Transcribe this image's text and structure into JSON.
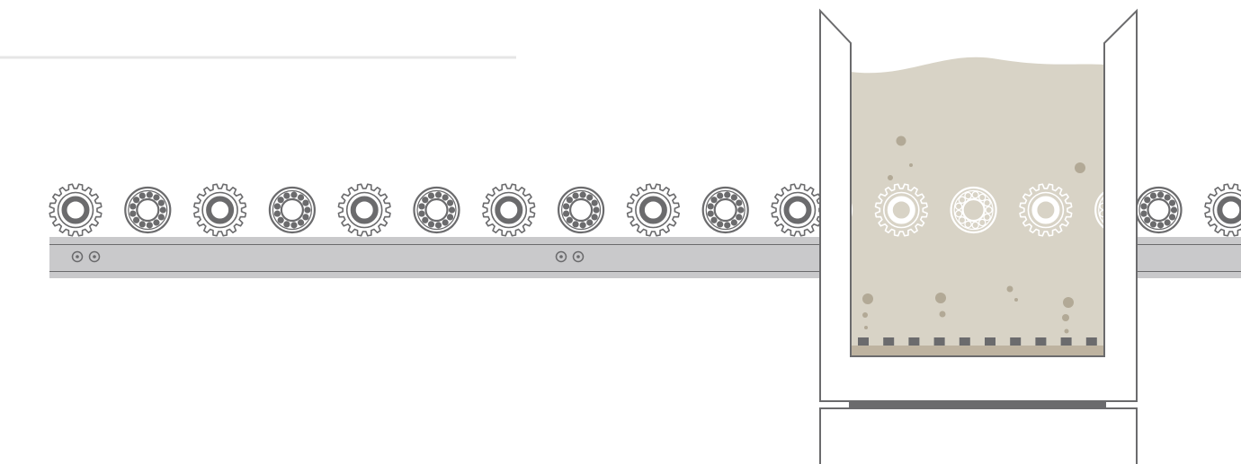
{
  "scene": {
    "description_free": true,
    "colors": {
      "background": "#ffffff",
      "top_rule": "#e6e6e6",
      "conveyor_fill": "#c9c9cb",
      "conveyor_edge": "#6a6a6c",
      "part_stroke": "#6b6b6d",
      "part_fill": "#ffffff",
      "bath_liquid": "#d8d3c6",
      "bath_particles": "#b2a996",
      "tank_wall": "#6b6b6d",
      "tank_rim_fill": "#ffffff",
      "tank_floor": "#beb3a0",
      "tank_base_plate": "#6b6b6d",
      "submerged_part": "#ffffff"
    },
    "conveyor": {
      "part_sequence": [
        "gear",
        "bearing",
        "gear",
        "bearing",
        "gear",
        "bearing",
        "gear",
        "bearing",
        "gear",
        "bearing",
        "gear",
        "bearing",
        "gear",
        "bearing",
        "gear",
        "bearing",
        "gear",
        "bearing"
      ],
      "fastener_pairs": 2
    },
    "tank": {
      "submerged_parts": [
        "bearing",
        "gear",
        "bearing",
        "gear",
        "bearing"
      ]
    },
    "icons": [
      "gear-icon",
      "bearing-icon",
      "bolt-icon",
      "ultrasonic-tank-icon"
    ]
  }
}
